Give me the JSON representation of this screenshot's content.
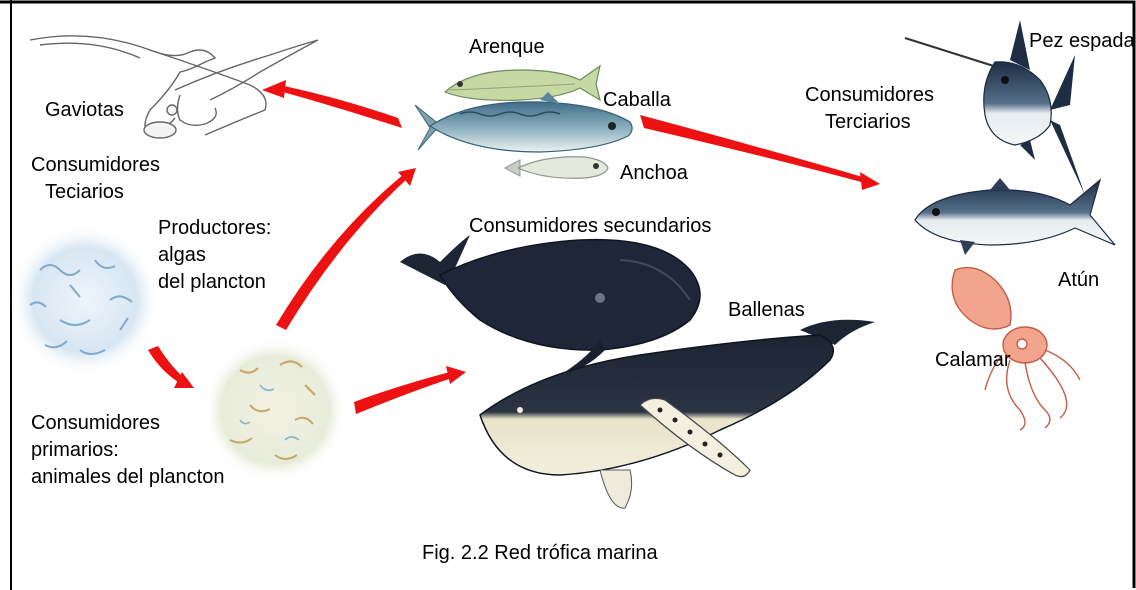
{
  "labels": {
    "gaviotas": "Gaviotas",
    "cons_teciarios": [
      "Consumidores",
      "Teciarios"
    ],
    "productores": [
      "Productores:",
      "algas",
      "del plancton"
    ],
    "cons_primarios": [
      "Consumidores",
      "primarios:",
      "animales del plancton"
    ],
    "arenque": "Arenque",
    "caballa": "Caballa",
    "anchoa": "Anchoa",
    "cons_secundarios": "Consumidores secundarios",
    "ballenas": "Ballenas",
    "cons_terciarios": [
      "Consumidores",
      "Terciarios"
    ],
    "pez_espada": "Pez espada",
    "atun": "Atún",
    "calamar": "Calamar",
    "caption": "Fig. 2.2 Red trófica marina"
  },
  "colors": {
    "arrow": "#ee1111",
    "border": "#000000",
    "background": "#ffffff",
    "whale_dark": "#1f2638",
    "whale_belly": "#ece8d4",
    "fish_blue": "#5f8ea6",
    "fish_green": "#b8cf9a",
    "squid": "#f0a088",
    "plankton_blue": "#9bbfd8",
    "zooplankton": "#c8b47a"
  },
  "icons": [
    "seagull-icon",
    "herring-icon",
    "mackerel-icon",
    "anchovy-icon",
    "right-whale-icon",
    "humpback-whale-icon",
    "swordfish-icon",
    "tuna-icon",
    "squid-icon",
    "phytoplankton-icon",
    "zooplankton-icon"
  ]
}
